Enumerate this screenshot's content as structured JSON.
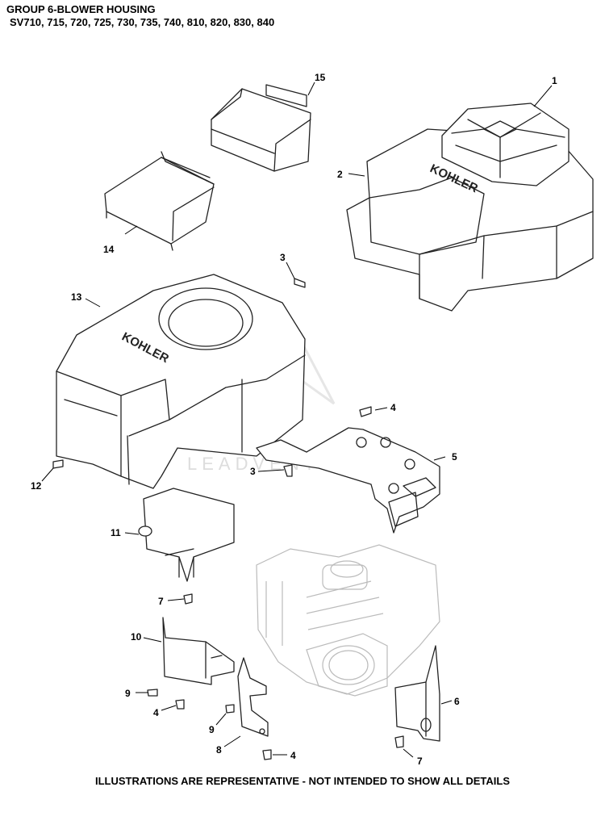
{
  "header": {
    "title": "GROUP 6-BLOWER HOUSING",
    "models": "SV710, 715, 720, 725, 730, 735, 740, 810, 820, 830, 840"
  },
  "footer": "ILLUSTRATIONS ARE REPRESENTATIVE - NOT INTENDED TO SHOW ALL DETAILS",
  "watermark": "LEADVENTURE",
  "housing_logo": "KOHLER",
  "callouts": {
    "c1": "1",
    "c2": "2",
    "c3a": "3",
    "c3b": "3",
    "c4a": "4",
    "c4b": "4",
    "c4c": "4",
    "c5": "5",
    "c6": "6",
    "c7a": "7",
    "c7b": "7",
    "c8": "8",
    "c9a": "9",
    "c9b": "9",
    "c10": "10",
    "c11": "11",
    "c12": "12",
    "c13": "13",
    "c14": "14",
    "c15": "15"
  },
  "colors": {
    "line": "#222222",
    "engine": "#bbbbbb",
    "watermark": "#dddddd"
  }
}
